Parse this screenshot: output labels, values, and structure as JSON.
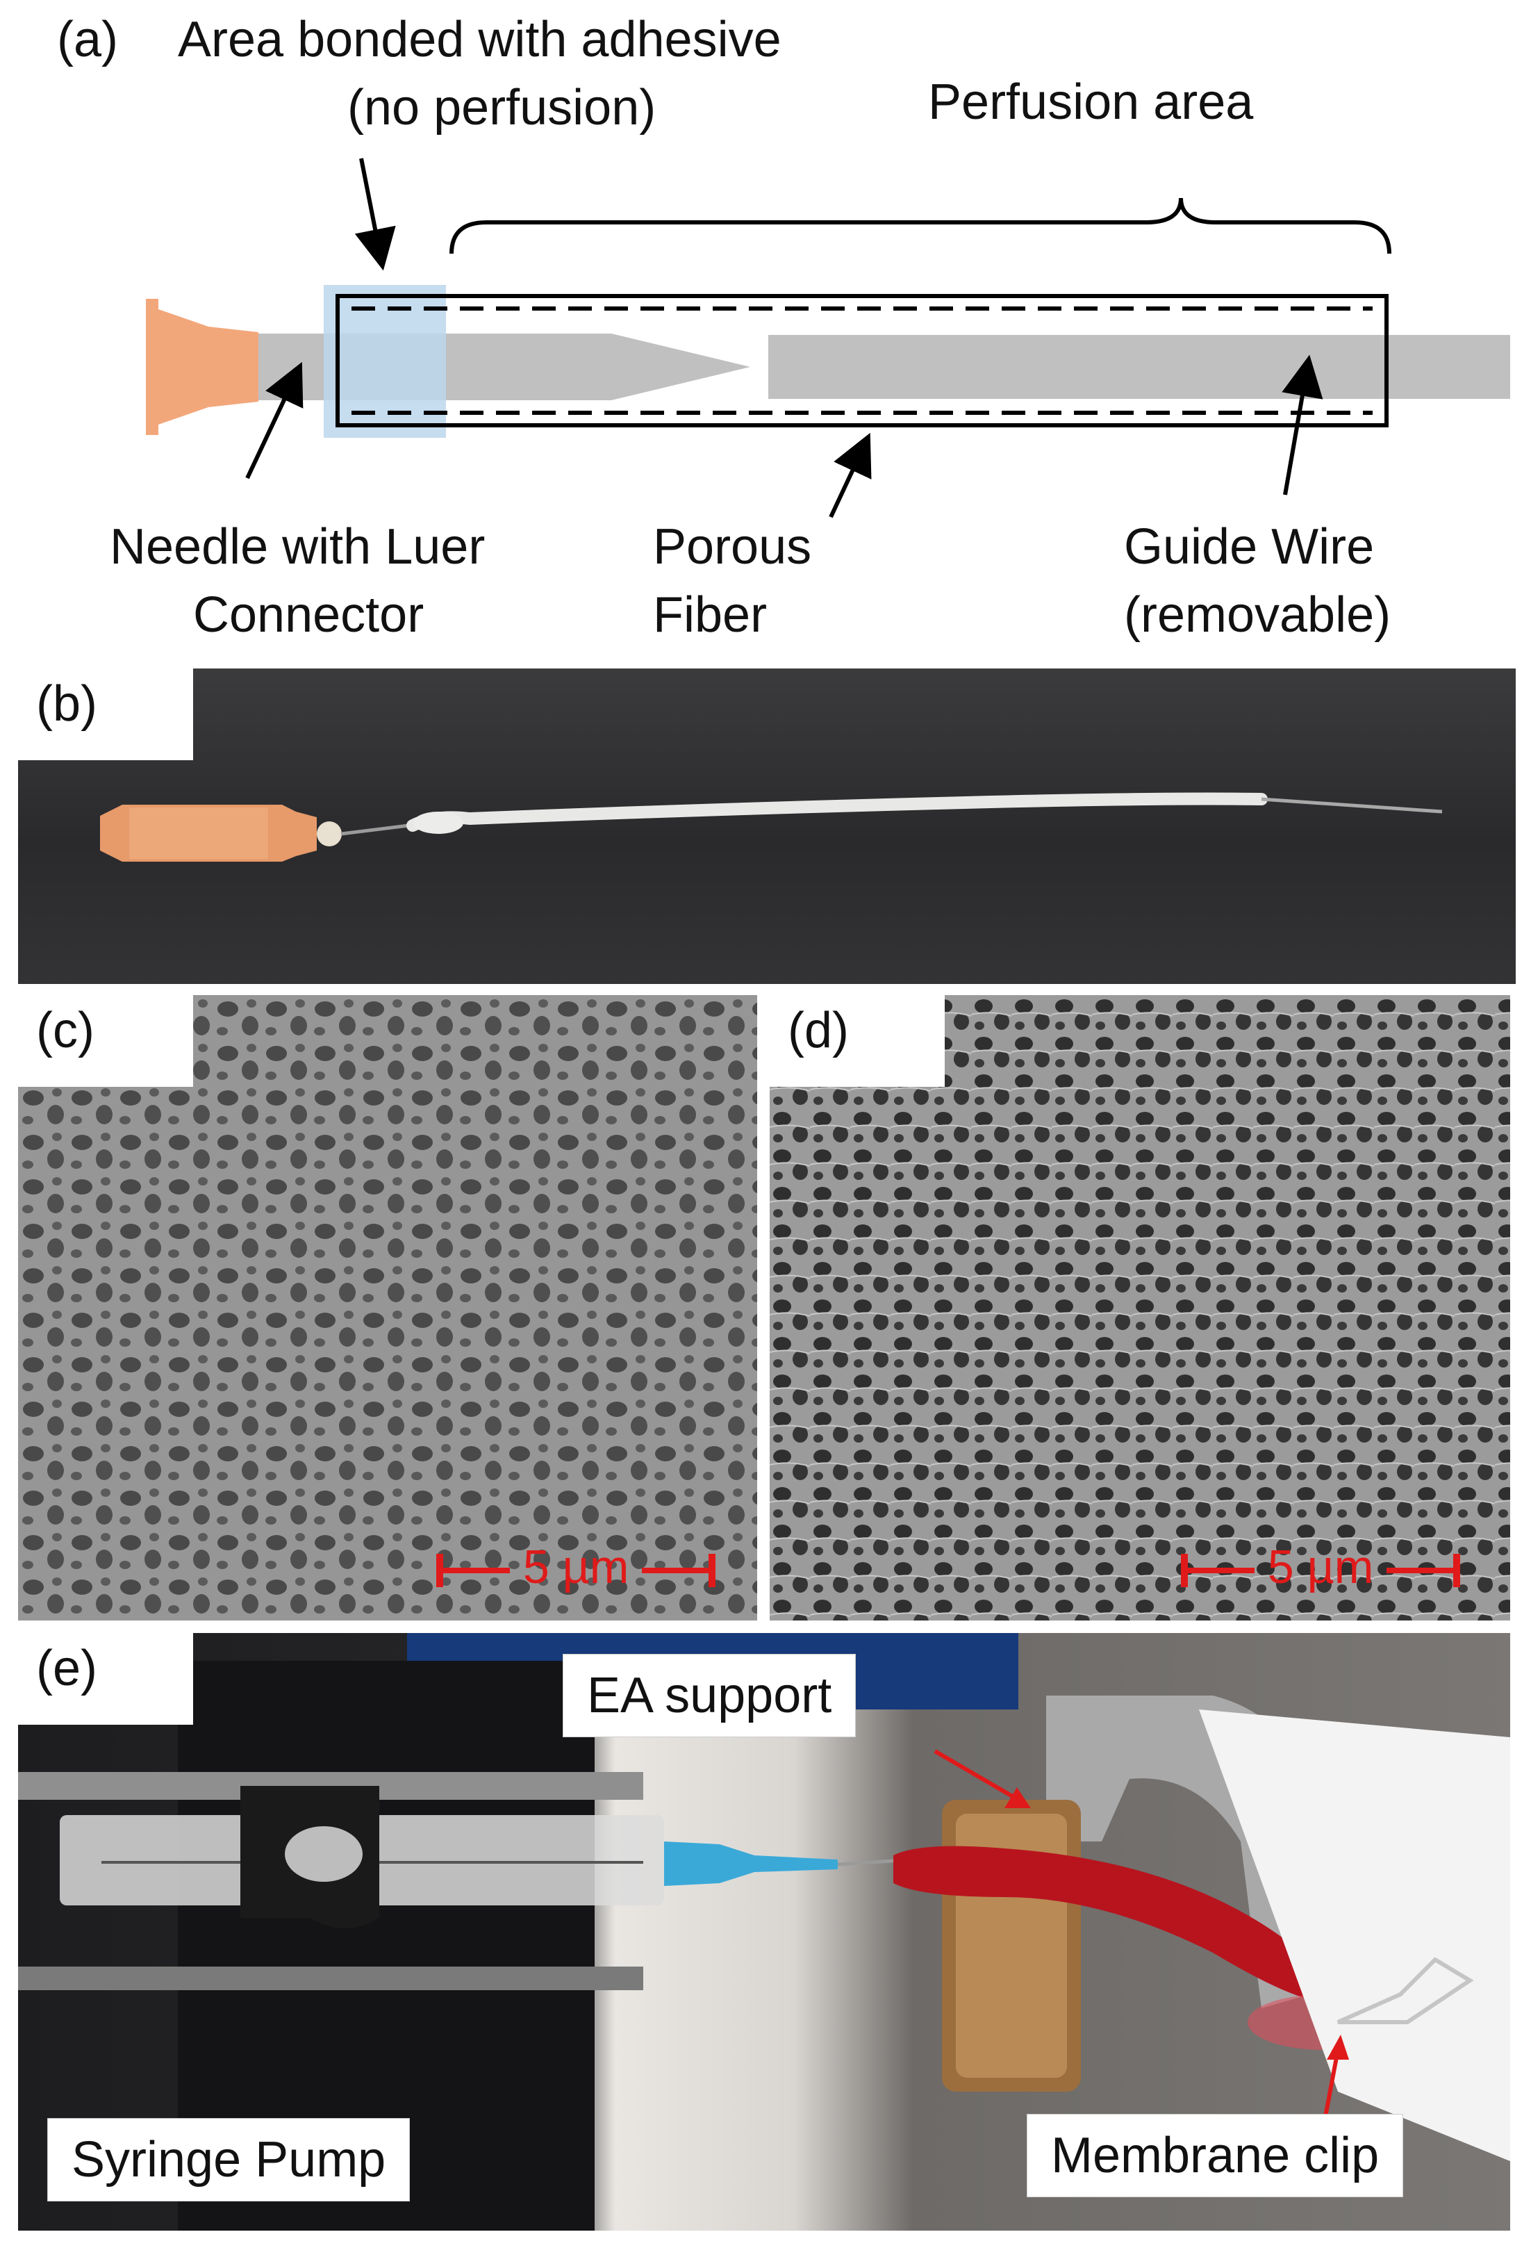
{
  "panel_a": {
    "tag": "(a)",
    "adhesive_label_line1": "Area bonded with adhesive",
    "adhesive_label_line2": "(no perfusion)",
    "perfusion_label": "Perfusion area",
    "needle_label_line1": "Needle with Luer",
    "needle_label_line2": "Connector",
    "fiber_label_line1": "Porous",
    "fiber_label_line2": "Fiber",
    "wire_label_line1": "Guide Wire",
    "wire_label_line2": "(removable)",
    "colors": {
      "luer": "#f2a77b",
      "metal": "#c0c0c0",
      "adhesive": "#bcd6ec"
    }
  },
  "panel_b": {
    "tag": "(b)"
  },
  "panel_c": {
    "tag": "(c)",
    "scale_bar": "5 µm"
  },
  "panel_d": {
    "tag": "(d)",
    "scale_bar": "5 µm"
  },
  "panel_e": {
    "tag": "(e)",
    "ea_support": "EA support",
    "syringe_pump": "Syringe Pump",
    "membrane_clip": "Membrane clip",
    "colors": {
      "arrow": "#e01a1a"
    }
  }
}
